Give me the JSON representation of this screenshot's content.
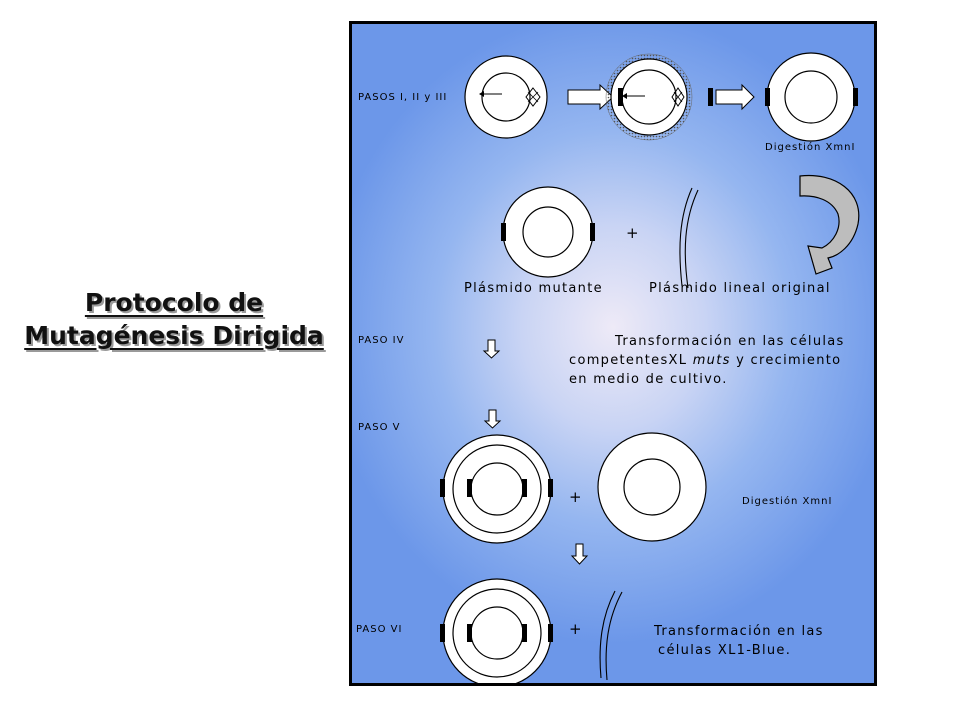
{
  "title": {
    "line1": "Protocolo de",
    "line2": "Mutagénesis Dirigida"
  },
  "steps": {
    "pasos_1_3": "PASOS I, II y III",
    "paso_4": "PASO IV",
    "paso_5": "PASO V",
    "paso_6": "PASO VI"
  },
  "labels": {
    "digestion_top": "Digestión XmnI",
    "plasmid_mutant": "Plásmido mutante",
    "plasmid_linear": "Plásmido lineal original",
    "transform_1_a": "Transformación en las células",
    "transform_1_b_pre": "competentesXL",
    "transform_1_b_em": "muts",
    "transform_1_b_post": "y crecimiento",
    "transform_1_c": "en medio de cultivo.",
    "digestion_mid": "Digestión XmnI",
    "transform_2_a": "Transformación en las",
    "transform_2_b": "células XL1-Blue."
  },
  "symbols": {
    "plus": "+"
  },
  "colors": {
    "panel_edge": "#6c97e9",
    "panel_center": "#eeeaf7",
    "block_arrow": "#bdbdbd"
  }
}
